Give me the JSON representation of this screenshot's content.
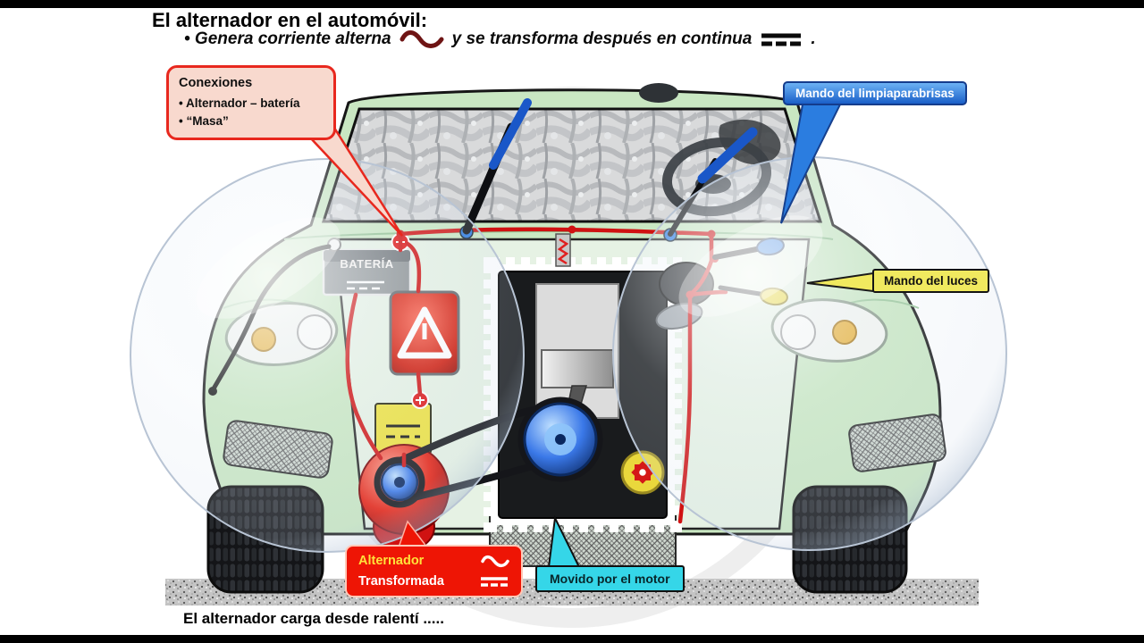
{
  "slide": {
    "title": "El alternador en el automóvil:",
    "subtitle_pre": "• Genera corriente alterna",
    "subtitle_post": "y se transforma después en continua",
    "subtitle_end": ".",
    "footer": "El alternador carga desde ralentí ....."
  },
  "callouts": {
    "conexiones": {
      "title": "Conexiones",
      "items": [
        "• Alternador – batería",
        "• “Masa”"
      ]
    },
    "wiper_control": "Mando del limpiaparabrisas",
    "lights_control": "Mando del luces",
    "alternator": {
      "line1": "Alternador",
      "line2": "Transformada"
    },
    "engine_drive": "Movido por el motor",
    "battery": "BATERÍA"
  },
  "symbols": {
    "ac": "sine-wave (corriente alterna)",
    "dc": "solid-over-dashed-line (corriente continua)"
  },
  "colors": {
    "callout_border_red": "#e8281e",
    "callout_pink": "#f8d9ce",
    "label_blue": "#1a5fc8",
    "label_yellow": "#f0e95f",
    "label_cyan": "#35d6e8",
    "box_red": "#ee1505",
    "body_green": "#c9e7c2",
    "ac_subtitle": "#6e1414"
  }
}
